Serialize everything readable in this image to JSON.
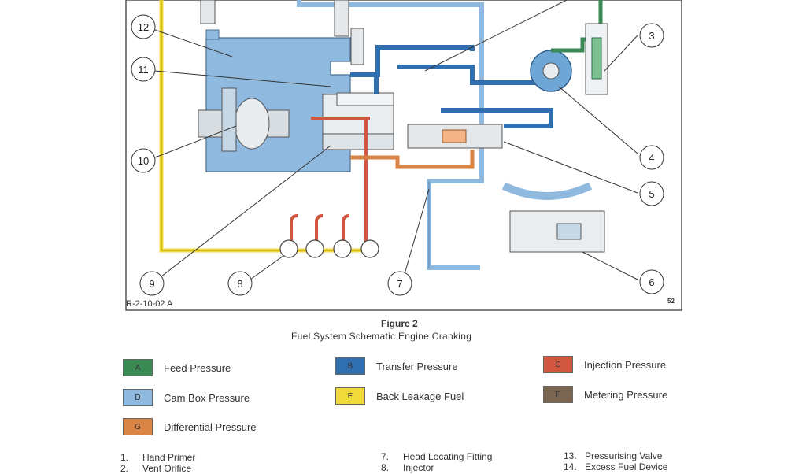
{
  "figure": {
    "ref": "R-2-10-02 A",
    "corner_mark": "52",
    "title": "Figure 2",
    "subtitle": "Fuel System Schematic   Engine Cranking"
  },
  "callouts": [
    "12",
    "11",
    "10",
    "9",
    "8",
    "7",
    "6",
    "5",
    "4",
    "3"
  ],
  "colors": {
    "feed": "#3a8a55",
    "transfer": "#2f6fb0",
    "injection": "#d0563f",
    "cambox": "#8fb9df",
    "backleak": "#f0d93a",
    "metering": "#7a6552",
    "differential": "#d98345"
  },
  "legend": [
    {
      "code": "A",
      "label": "Feed Pressure",
      "color": "#3a8a55"
    },
    {
      "code": "B",
      "label": "Transfer Pressure",
      "color": "#2f6fb0"
    },
    {
      "code": "C",
      "label": "Injection Pressure",
      "color": "#d0563f"
    },
    {
      "code": "D",
      "label": "Cam Box Pressure",
      "color": "#8fb9df"
    },
    {
      "code": "E",
      "label": "Back Leakage Fuel",
      "color": "#f0d93a"
    },
    {
      "code": "F",
      "label": "Metering Pressure",
      "color": "#7a6552"
    },
    {
      "code": "G",
      "label": "Differential Pressure",
      "color": "#d98345"
    }
  ],
  "parts": [
    {
      "num": "1.",
      "label": "Hand Primer"
    },
    {
      "num": "2.",
      "label": "Vent Orifice"
    },
    {
      "num": "7.",
      "label": "Head Locating Fitting"
    },
    {
      "num": "8.",
      "label": "Injector"
    },
    {
      "num": "13.",
      "label": "Pressurising Valve"
    },
    {
      "num": "14.",
      "label": "Excess Fuel Device"
    }
  ]
}
